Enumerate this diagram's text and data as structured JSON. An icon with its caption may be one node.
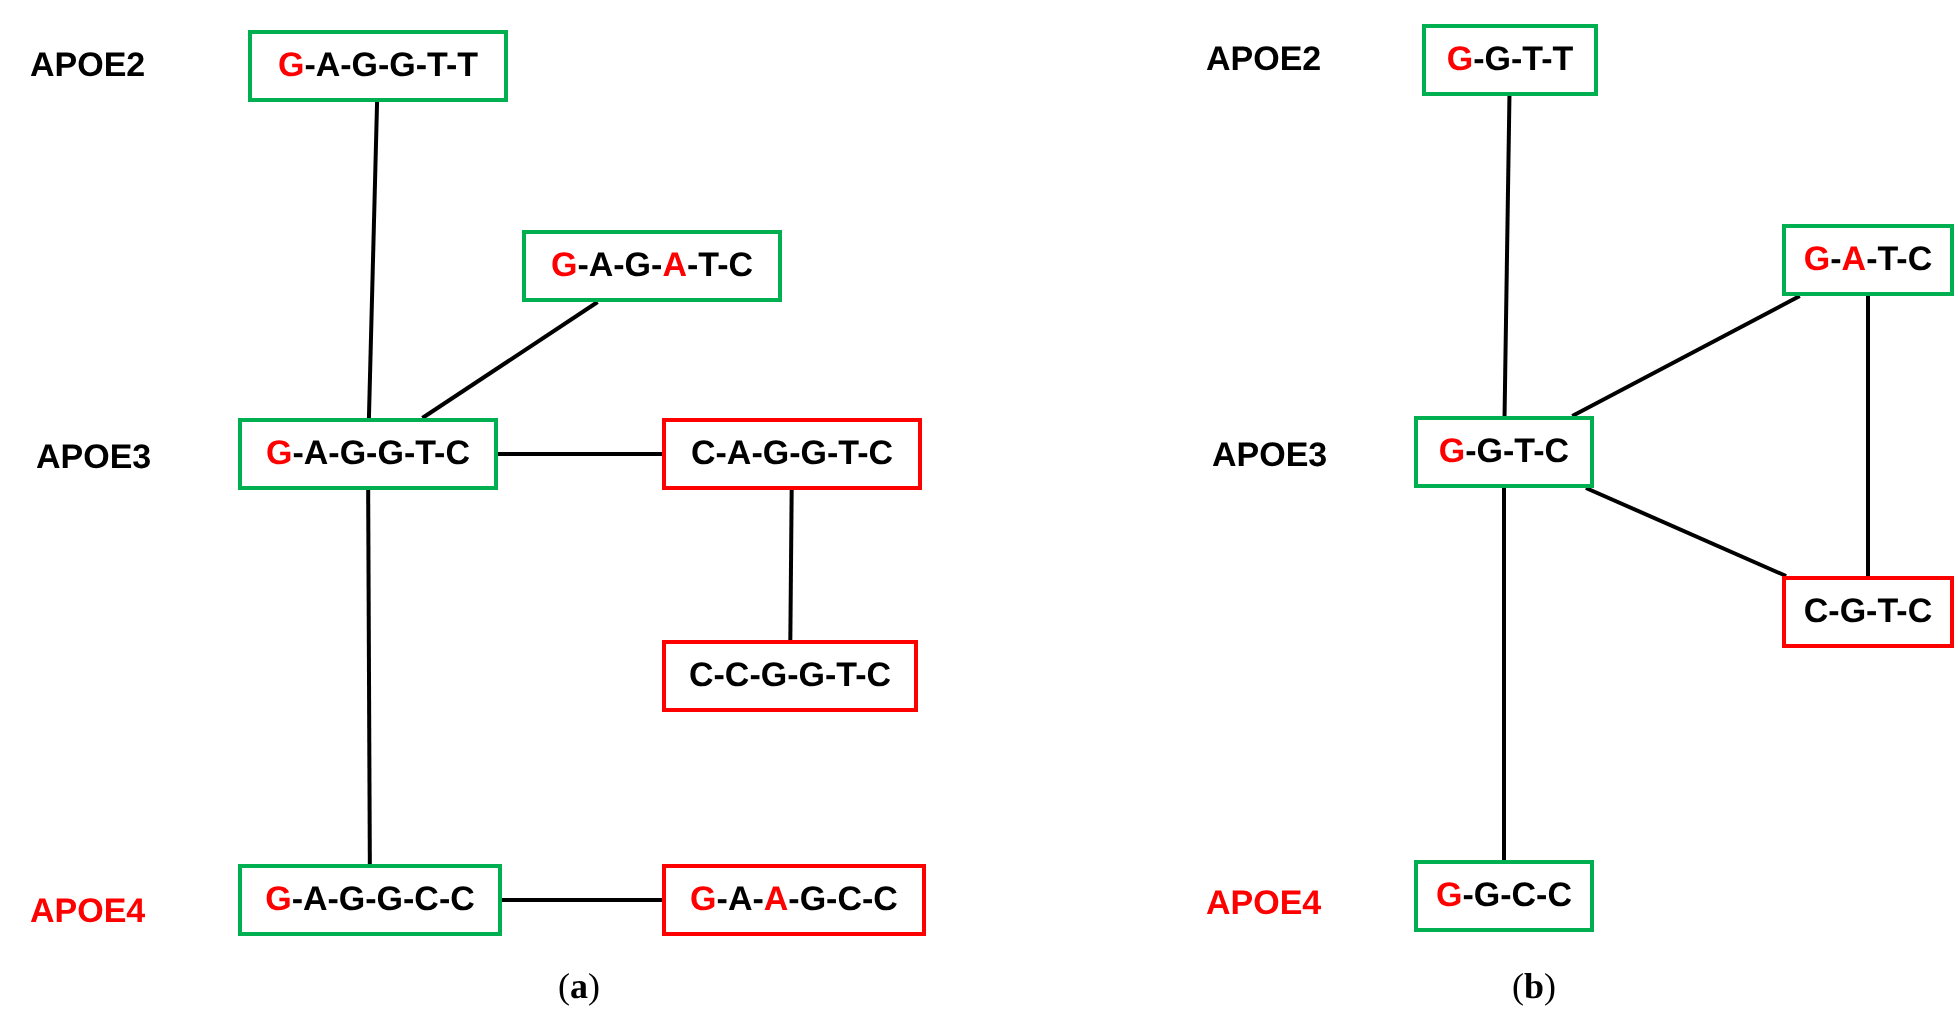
{
  "diagram": {
    "nodes": [
      {
        "text": [
          "*G*-A-G-G-T-T"
        ]
      },
      {
        "text": [
          "*G*-A-G-*A*-T-C"
        ]
      },
      {
        "text": [
          "*G*-A-G-G-T-C"
        ]
      },
      {
        "text": [
          "C-A-G-G-T-C"
        ]
      },
      {
        "text": [
          "C-C-G-G-T-C"
        ]
      },
      {
        "text": [
          "*G*-A-G-G-C-C"
        ]
      },
      {
        "text": [
          "*G*-A-*A*-G-C-C"
        ]
      },
      {
        "text": [
          "*G*-G-T-T"
        ]
      },
      {
        "text": [
          "*G*-*A*-T-C"
        ]
      },
      {
        "text": [
          "*G*-G-T-C"
        ]
      },
      {
        "text": [
          "C-G-T-C"
        ]
      },
      {
        "text": [
          "*G*-G-C-C"
        ]
      }
    ],
    "edges": [
      {
        "from": 0,
        "to": 2,
        "arrow": "none"
      },
      {
        "from": 2,
        "to": 1,
        "arrow": "none"
      },
      {
        "from": 2,
        "to": 3,
        "arrow": "none"
      },
      {
        "from": 3,
        "to": 4,
        "arrow": "none"
      },
      {
        "from": 2,
        "to": 5,
        "arrow": "none"
      },
      {
        "from": 5,
        "to": 6,
        "arrow": "none"
      },
      {
        "from": 7,
        "to": 9,
        "arrow": "none"
      },
      {
        "from": 9,
        "to": 8,
        "arrow": "none"
      },
      {
        "from": 9,
        "to": 10,
        "arrow": "none"
      },
      {
        "from": 8,
        "to": 10,
        "arrow": "none"
      },
      {
        "from": 9,
        "to": 11,
        "arrow": "none"
      }
    ],
    "labels": [
      "APOE2",
      "APOE3",
      "APOE4",
      "APOE2",
      "APOE3",
      "APOE4",
      "(**a**)",
      "(**b**)"
    ]
  }
}
